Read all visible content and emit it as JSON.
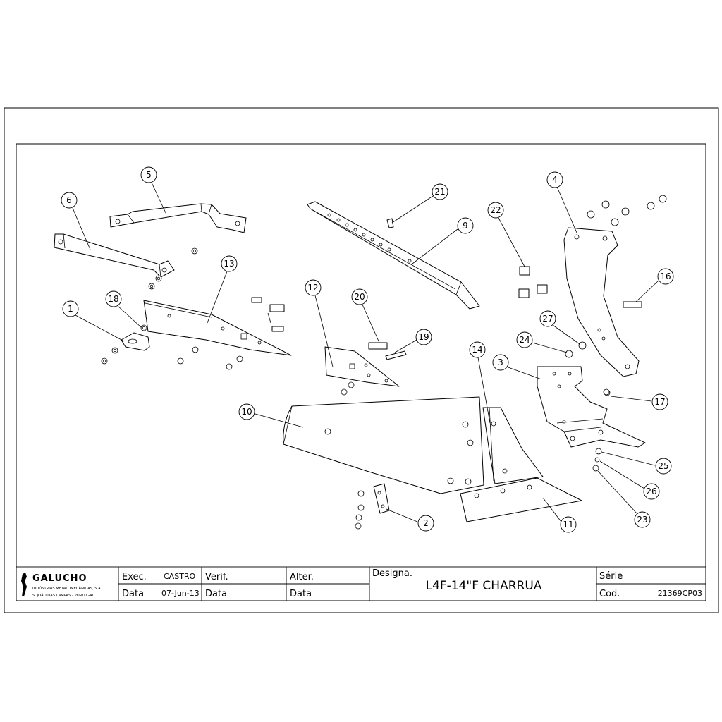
{
  "balloons": [
    "1",
    "2",
    "3",
    "4",
    "5",
    "6",
    "9",
    "10",
    "11",
    "12",
    "13",
    "14",
    "16",
    "17",
    "18",
    "19",
    "20",
    "21",
    "22",
    "23",
    "24",
    "25",
    "26",
    "27"
  ],
  "title_block": {
    "logo": {
      "name": "GALUCHO",
      "company": "INDÚSTRIAS METALOMECÂNICAS, S.A.",
      "location": "S. JOÃO DAS LAMPAS - PORTUGAL"
    },
    "exec_label": "Exec.",
    "exec_value": "CASTRO",
    "data_label": "Data",
    "data_value": "07-Jun-13",
    "verif_label": "Verif.",
    "verif_data_label": "Data",
    "alter_label": "Alter.",
    "alter_data_label": "Data",
    "designa_label": "Designa.",
    "designation": "L4F-14\"F CHARRUA",
    "serie_label": "Série",
    "cod_label": "Cod.",
    "cod_value": "21369CP03"
  }
}
